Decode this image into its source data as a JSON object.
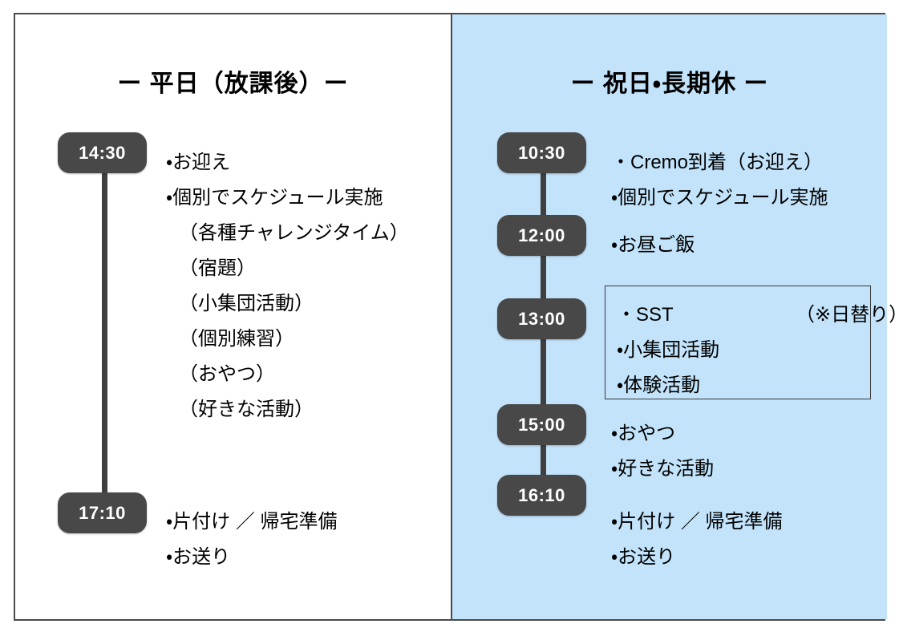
{
  "columns": [
    {
      "id": "weekday",
      "title": "ー 平日（放課後）ー",
      "background": "#ffffff",
      "entries": [
        {
          "time": "14:30",
          "lines": [
            "・お迎え",
            "・個別でスケジュール実施",
            "（各種チャレンジタイム）",
            "（宿題）",
            "（小集団活動）",
            "（個別練習）",
            "（おやつ）",
            "（好きな活動）"
          ]
        },
        {
          "time": "17:10",
          "lines": [
            "・片付け ／ 帰宅準備",
            "・お送り"
          ]
        }
      ]
    },
    {
      "id": "holiday",
      "title": "ー 祝日・長期休 ー",
      "background": "#c2e3fa",
      "entries": [
        {
          "time": "10:30",
          "lines": [
            "・Cremo到着（お迎え）",
            "・個別でスケジュール実施"
          ]
        },
        {
          "time": "12:00",
          "lines": [
            "・お昼ご飯"
          ]
        },
        {
          "time": "13:00",
          "boxed": true,
          "lines": [
            "・SST",
            "・小集団活動",
            "・体験活動"
          ],
          "note": "（※日替り）"
        },
        {
          "time": "15:00",
          "lines": [
            "・おやつ",
            "・好きな活動"
          ]
        },
        {
          "time": "16:10",
          "lines": [
            "・片付け ／ 帰宅準備",
            "・お送り"
          ]
        }
      ]
    }
  ],
  "colors": {
    "badge": "#484848",
    "badge_text": "#ffffff",
    "connector": "#3f3f3f",
    "frame_border": "#4a4a4a",
    "right_panel": "#c2e3fa",
    "text": "#000000"
  }
}
